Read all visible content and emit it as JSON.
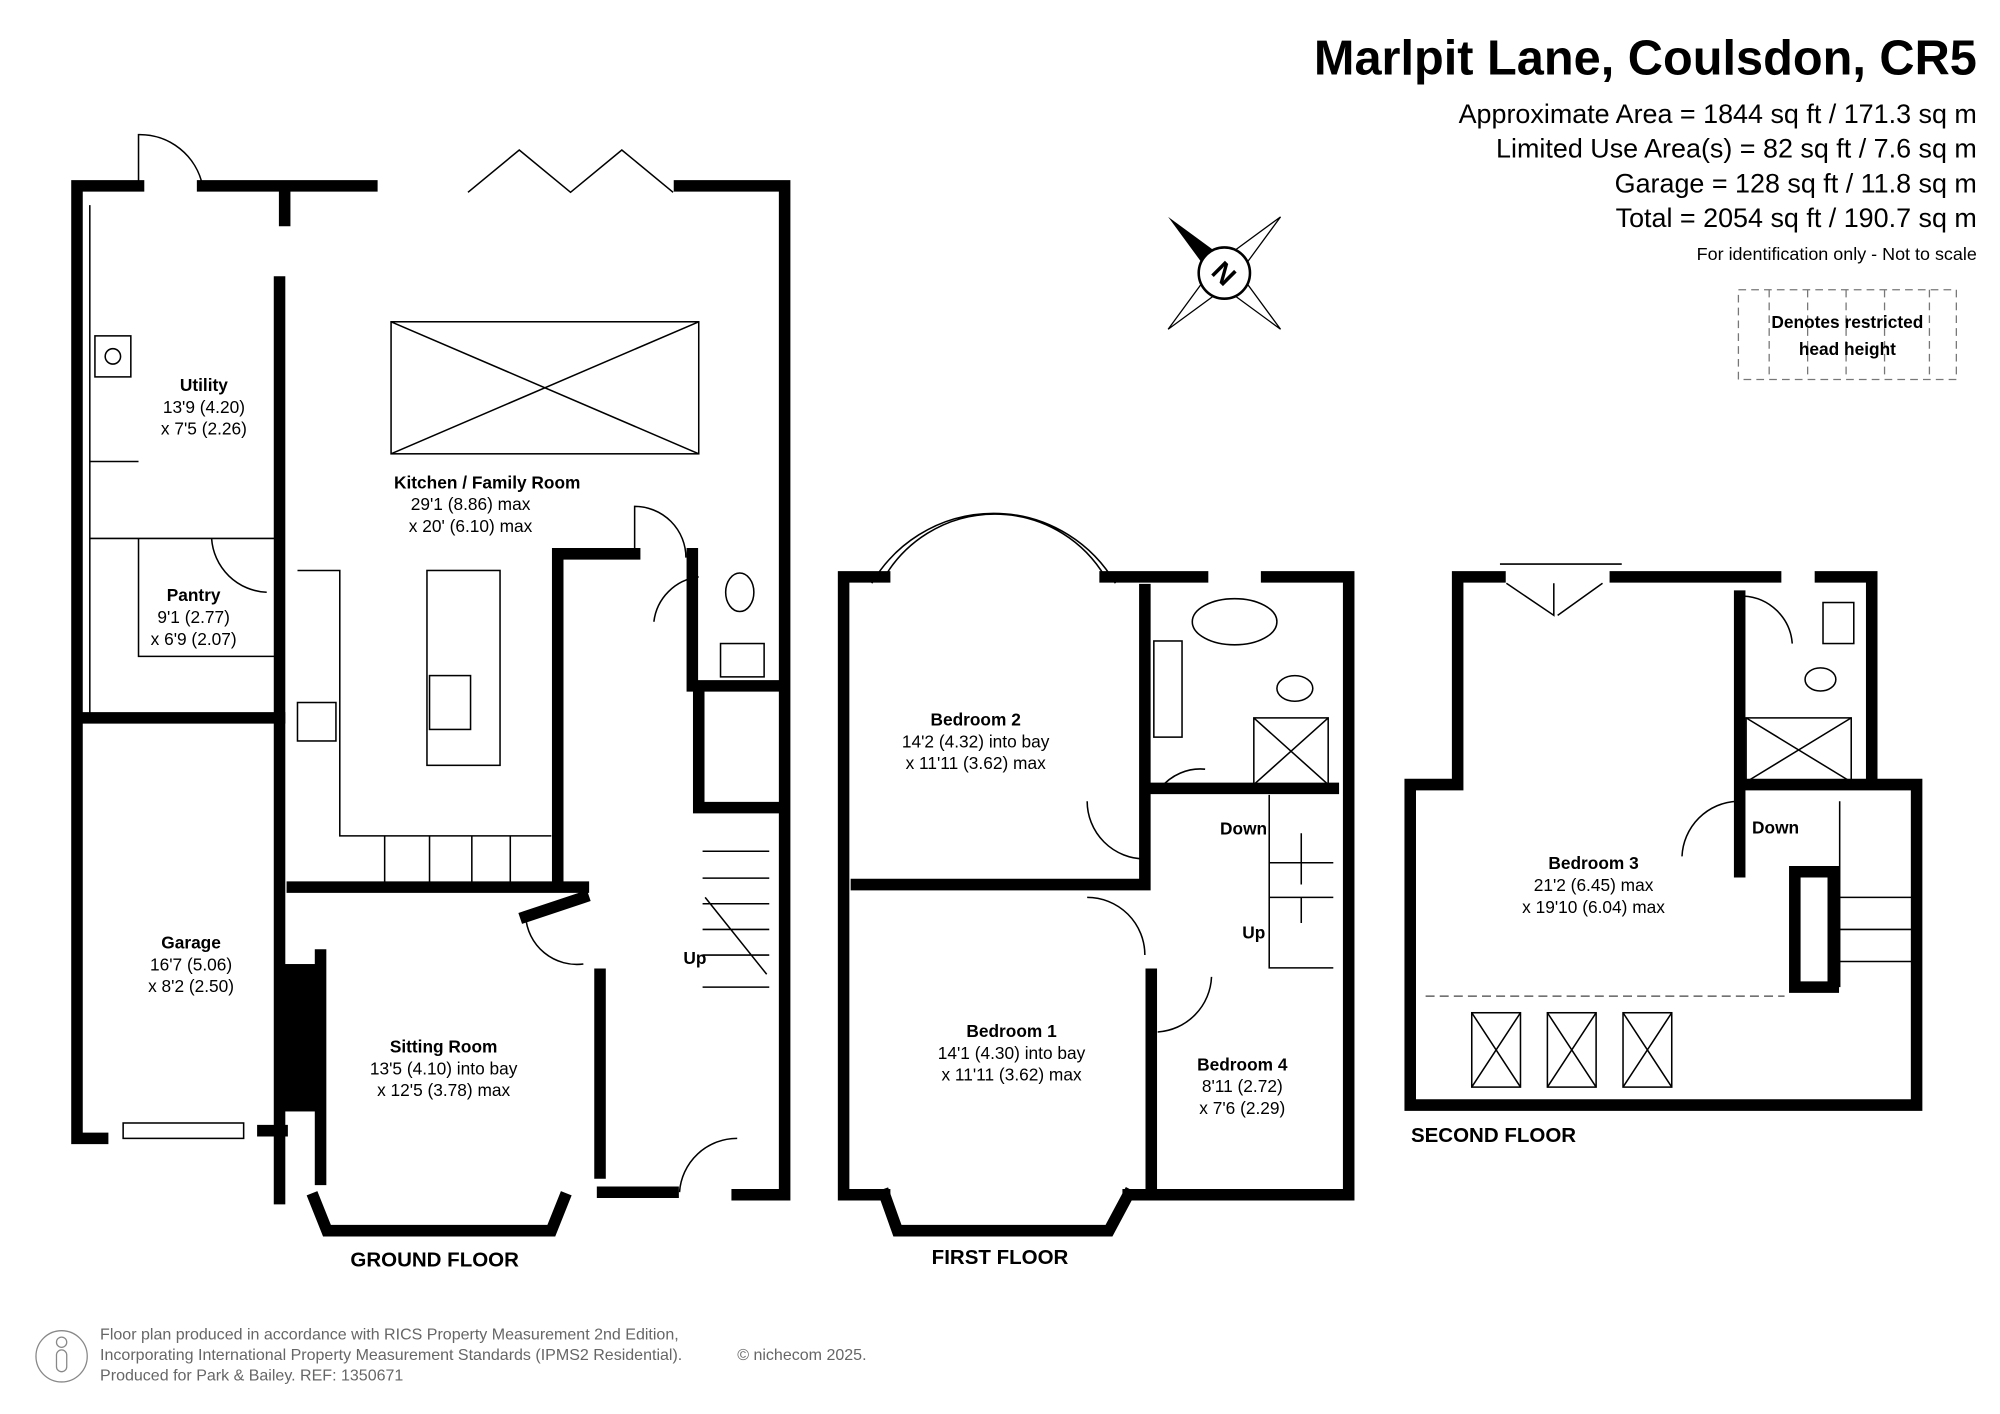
{
  "header": {
    "title": "Marlpit Lane, Coulsdon, CR5",
    "areas": [
      "Approximate Area = 1844 sq ft / 171.3 sq m",
      "Limited Use Area(s) = 82 sq ft / 7.6 sq m",
      "Garage = 128 sq ft / 11.8 sq m",
      "Total = 2054 sq ft / 190.7 sq m"
    ],
    "note": "For identification only - Not to scale",
    "legend": [
      "Denotes restricted",
      "head height"
    ],
    "compass": "N"
  },
  "floors": {
    "ground": "GROUND FLOOR",
    "first": "FIRST FLOOR",
    "second": "SECOND FLOOR"
  },
  "rooms": {
    "utility": [
      "Utility",
      "13'9 (4.20)",
      "x 7'5 (2.26)"
    ],
    "pantry": [
      "Pantry",
      "9'1 (2.77)",
      "x 6'9 (2.07)"
    ],
    "kitchen": [
      "Kitchen / Family Room",
      "29'1 (8.86) max",
      "x 20' (6.10) max"
    ],
    "garage": [
      "Garage",
      "16'7 (5.06)",
      "x 8'2 (2.50)"
    ],
    "sitting": [
      "Sitting Room",
      "13'5 (4.10) into bay",
      "x 12'5 (3.78) max"
    ],
    "bedroom2": [
      "Bedroom 2",
      "14'2 (4.32) into bay",
      "x 11'11 (3.62) max"
    ],
    "bedroom1": [
      "Bedroom 1",
      "14'1 (4.30) into bay",
      "x 11'11 (3.62) max"
    ],
    "bedroom4": [
      "Bedroom 4",
      "8'11 (2.72)",
      "x 7'6 (2.29)"
    ],
    "bedroom3": [
      "Bedroom 3",
      "21'2 (6.45) max",
      "x 19'10 (6.04) max"
    ]
  },
  "stairs": {
    "ground_up": "Up",
    "first_down": "Down",
    "first_up": "Up",
    "second_down": "Down"
  },
  "footer": {
    "lines": [
      "Floor plan produced in accordance with RICS Property Measurement 2nd Edition,",
      "Incorporating International Property Measurement Standards (IPMS2 Residential).",
      "Produced for Park & Bailey.   REF:  1350671"
    ],
    "copyright": "© nichecom 2025."
  }
}
